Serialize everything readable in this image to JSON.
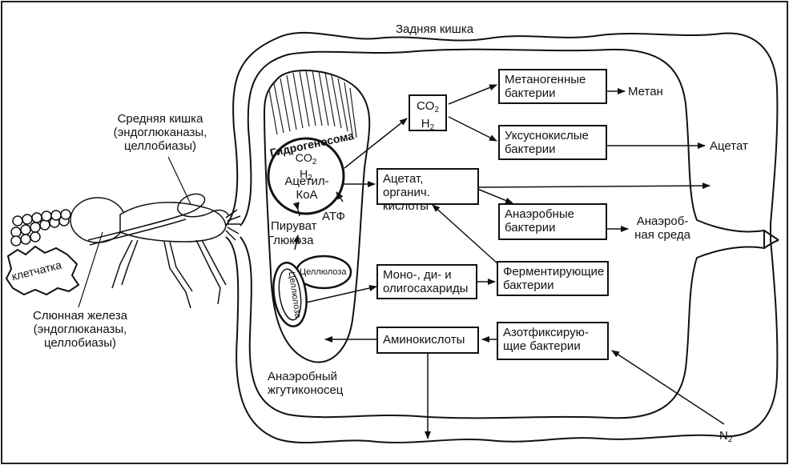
{
  "labels": {
    "hindgut": "Задняя кишка",
    "midgut_title": "Средняя кишка",
    "midgut_enzymes_1": "(эндоглюканазы,",
    "midgut_enzymes_2": "целлобиазы)",
    "fiber": "клетчатка",
    "salivary_title": "Слюнная железа",
    "salivary_enzymes_1": "(эндоглюканазы,",
    "salivary_enzymes_2": "целлобиазы)",
    "hydrogenosome": "Гидрогеносома",
    "hydro_co2": "CO",
    "hydro_co2_sub": "2",
    "hydro_h2": "H",
    "hydro_h2_sub": "2",
    "acetyl_1": "Ацетил-",
    "acetyl_2": "КоА",
    "atp": "АТФ",
    "pyruvate": "Пируват",
    "glucose": "Глюкоза",
    "cellulose_1": "Целлюлоза",
    "cellulose_2": "Целлюлоза",
    "flagellate_1": "Анаэробный",
    "flagellate_2": "жгутиконосец",
    "box_co2": "CO",
    "box_co2_sub": "2",
    "box_h2": "H",
    "box_h2_sub": "2",
    "methanogens_1": "Метаногенные",
    "methanogens_2": "бактерии",
    "methane": "Метан",
    "acetogens_1": "Уксуснокислые",
    "acetogens_2": "бактерии",
    "acetate": "Ацетат",
    "acids_1": "Ацетат, органич.",
    "acids_2": "кислоты",
    "anaerobes_1": "Анаэробные",
    "anaerobes_2": "бактерии",
    "anaerobic_env_1": "Анаэроб-",
    "anaerobic_env_2": "ная среда",
    "sugars_1": "Моно-, ди- и",
    "sugars_2": "олигосахариды",
    "fermenting_1": "Ферментирующие",
    "fermenting_2": "бактерии",
    "amino": "Аминокислоты",
    "nfix_1": "Азотфиксирую-",
    "nfix_2": "щие бактерии",
    "n2": "N",
    "n2_sub": "2"
  }
}
